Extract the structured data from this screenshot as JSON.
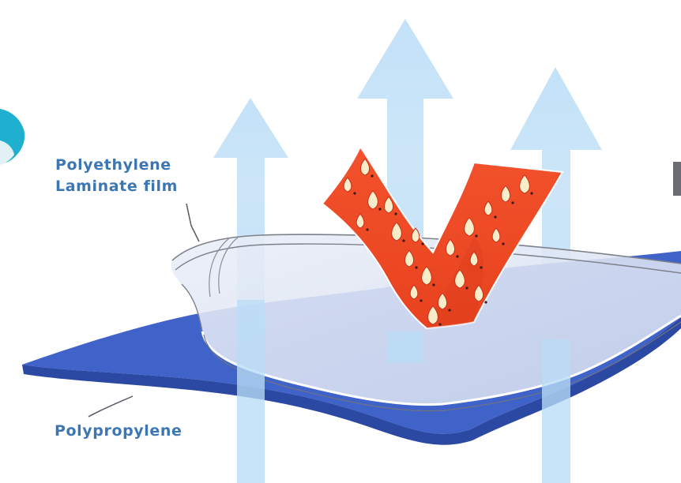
{
  "labels": {
    "polyethylene_line1": "Polyethylene",
    "polyethylene_line2": "Laminate film",
    "polypropylene": "Polypropylene"
  },
  "colors": {
    "polypropylene_layer": "#3f63c9",
    "polypropylene_edge": "#2b48a3",
    "film_layer": "#dfe6f3",
    "airflow_arrow": "#b9dcf6",
    "moisture_arrow": "#ef4a28",
    "droplet": "#f7eec9",
    "label_text": "#3c77b4",
    "cyan_decoration": "#1fb0cf"
  },
  "icons": [
    "airflow-arrow-icon",
    "moisture-vapor-arrow-icon",
    "water-droplet-icon"
  ]
}
